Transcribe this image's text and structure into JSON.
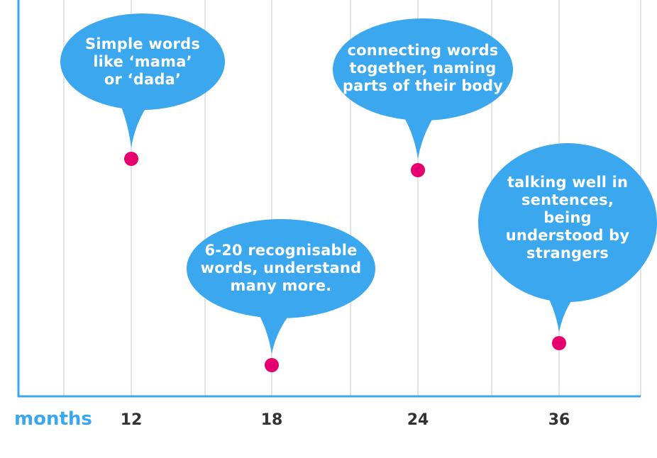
{
  "chart_data": {
    "type": "scatter",
    "xlabel": "months",
    "ylabel": "",
    "title": "",
    "x_ticks": [
      12,
      18,
      24,
      36
    ],
    "grid": true,
    "colors": {
      "bubble": "#3aa7ef",
      "marker": "#e6006e",
      "axis": "#3aa7ef",
      "grid": "#e3e3e3",
      "tick_text": "#333333"
    },
    "points": [
      {
        "x": 12,
        "label": "Simple words\nlike ‘mama’\nor ‘dada’"
      },
      {
        "x": 18,
        "label": "6-20 recognisable\nwords, understand\nmany more."
      },
      {
        "x": 24,
        "label": "connecting words\ntogether, naming\nparts of their body"
      },
      {
        "x": 36,
        "label": "talking well in\nsentences,\nbeing\nunderstood by\nstrangers"
      }
    ]
  }
}
